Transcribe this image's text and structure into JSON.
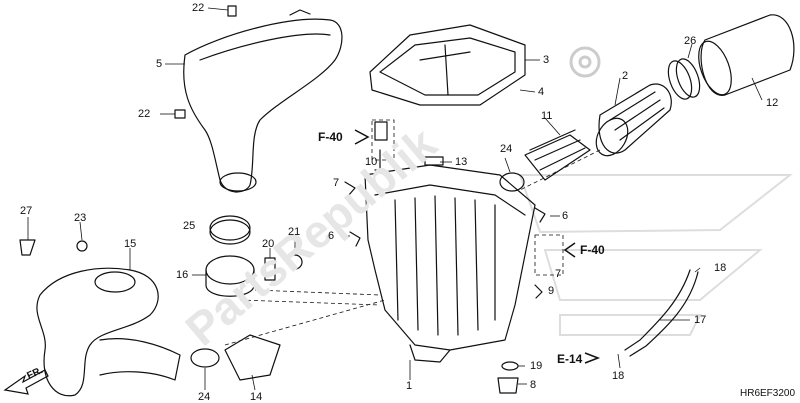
{
  "callouts": [
    "22",
    "5",
    "3",
    "4",
    "22",
    "F-40",
    "10",
    "7",
    "13",
    "11",
    "2",
    "26",
    "12",
    "24",
    "6",
    "25",
    "27",
    "23",
    "15",
    "20",
    "21",
    "16",
    "6",
    "F-40",
    "7",
    "9",
    "18",
    "17",
    "1",
    "19",
    "8",
    "E-14",
    "18",
    "24",
    "14",
    "FR."
  ],
  "watermark": "PartsRepublik",
  "drawing_code": "HR6EF3200",
  "colors": {
    "line": "#111111",
    "watermark": "#e6e6e6"
  }
}
